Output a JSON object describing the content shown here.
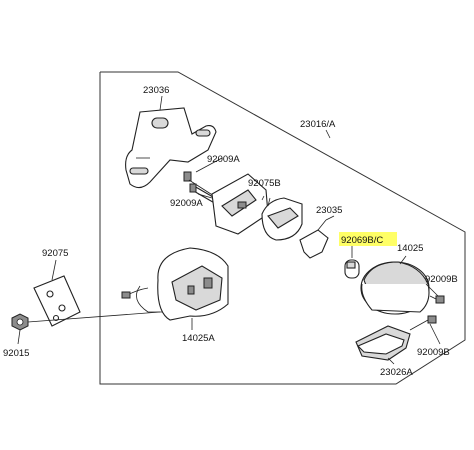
{
  "colors": {
    "highlight": "#ffff66",
    "line": "#222222",
    "background": "#ffffff"
  },
  "labels": {
    "p23036": "23036",
    "p23016a": "23016/A",
    "p92009a_top": "92009A",
    "p92009a_mid": "92009A",
    "p92075b": "92075B",
    "p23035": "23035",
    "p92069bc": "92069B/C",
    "p14025": "14025",
    "p92009b_top": "92009B",
    "p92009b_bottom": "92009B",
    "p23026a": "23026A",
    "p92075": "92075",
    "p92015": "92015",
    "p14025a": "14025A"
  }
}
